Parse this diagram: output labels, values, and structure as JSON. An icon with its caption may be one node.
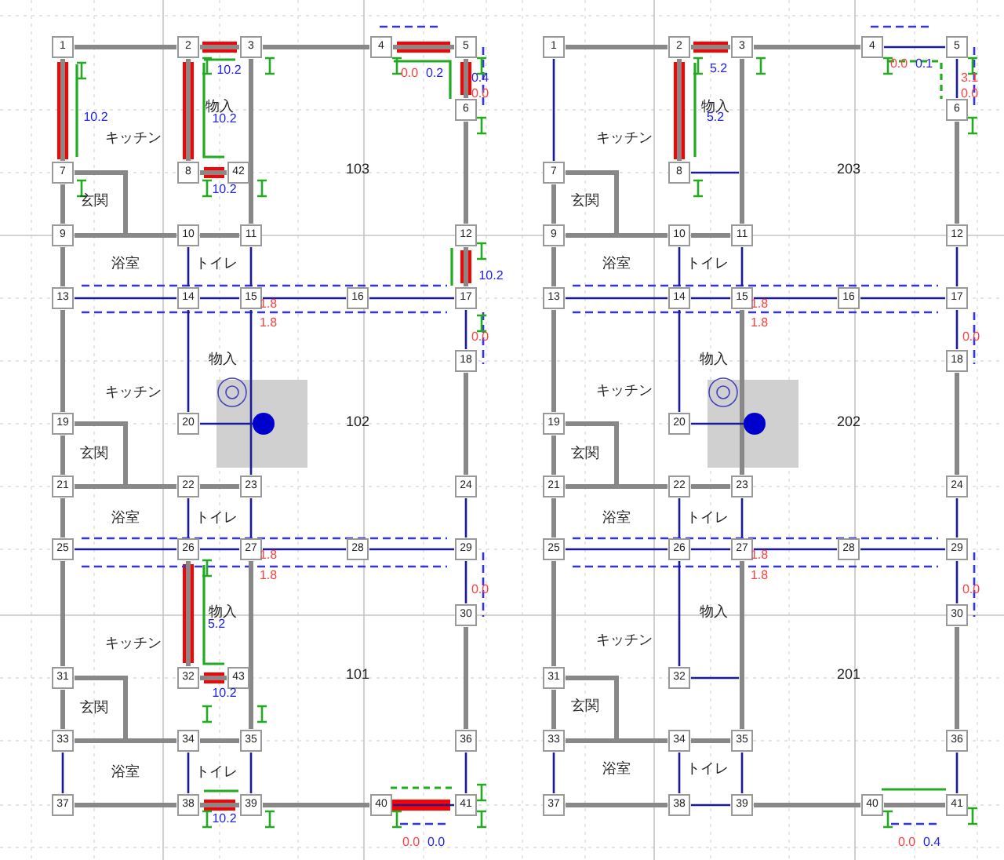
{
  "diagram": {
    "nodes": [
      {
        "text": [
          "1"
        ]
      },
      {
        "text": [
          "2"
        ]
      },
      {
        "text": [
          "3"
        ]
      },
      {
        "text": [
          "4"
        ]
      },
      {
        "text": [
          "5"
        ]
      },
      {
        "text": [
          "6"
        ]
      },
      {
        "text": [
          "7"
        ]
      },
      {
        "text": [
          "8"
        ]
      },
      {
        "text": [
          "9"
        ]
      },
      {
        "text": [
          "10"
        ]
      },
      {
        "text": [
          "11"
        ]
      },
      {
        "text": [
          "12"
        ]
      },
      {
        "text": [
          "13"
        ]
      },
      {
        "text": [
          "14"
        ]
      },
      {
        "text": [
          "15"
        ]
      },
      {
        "text": [
          "16"
        ]
      },
      {
        "text": [
          "17"
        ]
      },
      {
        "text": [
          "18"
        ]
      },
      {
        "text": [
          "19"
        ]
      },
      {
        "text": [
          "20"
        ]
      },
      {
        "text": [
          "21"
        ]
      },
      {
        "text": [
          "22"
        ]
      },
      {
        "text": [
          "23"
        ]
      },
      {
        "text": [
          "24"
        ]
      },
      {
        "text": [
          "25"
        ]
      },
      {
        "text": [
          "26"
        ]
      },
      {
        "text": [
          "27"
        ]
      },
      {
        "text": [
          "28"
        ]
      },
      {
        "text": [
          "29"
        ]
      },
      {
        "text": [
          "30"
        ]
      },
      {
        "text": [
          "31"
        ]
      },
      {
        "text": [
          "32"
        ]
      },
      {
        "text": [
          "33"
        ]
      },
      {
        "text": [
          "34"
        ]
      },
      {
        "text": [
          "35"
        ]
      },
      {
        "text": [
          "36"
        ]
      },
      {
        "text": [
          "37"
        ]
      },
      {
        "text": [
          "38"
        ]
      },
      {
        "text": [
          "39"
        ]
      },
      {
        "text": [
          "40"
        ]
      },
      {
        "text": [
          "41"
        ]
      },
      {
        "text": [
          "42"
        ]
      },
      {
        "text": [
          "43"
        ]
      },
      {
        "text": [],
        "shape": "circle"
      },
      {
        "text": [
          "1"
        ]
      },
      {
        "text": [
          "2"
        ]
      },
      {
        "text": [
          "3"
        ]
      },
      {
        "text": [
          "4"
        ]
      },
      {
        "text": [
          "5"
        ]
      },
      {
        "text": [
          "6"
        ]
      },
      {
        "text": [
          "7"
        ]
      },
      {
        "text": [
          "8"
        ]
      },
      {
        "text": [
          "9"
        ]
      },
      {
        "text": [
          "10"
        ]
      },
      {
        "text": [
          "11"
        ]
      },
      {
        "text": [
          "12"
        ]
      },
      {
        "text": [
          "13"
        ]
      },
      {
        "text": [
          "14"
        ]
      },
      {
        "text": [
          "15"
        ]
      },
      {
        "text": [
          "16"
        ]
      },
      {
        "text": [
          "17"
        ]
      },
      {
        "text": [
          "18"
        ]
      },
      {
        "text": [
          "19"
        ]
      },
      {
        "text": [
          "20"
        ]
      },
      {
        "text": [
          "21"
        ]
      },
      {
        "text": [
          "22"
        ]
      },
      {
        "text": [
          "23"
        ]
      },
      {
        "text": [
          "24"
        ]
      },
      {
        "text": [
          "25"
        ]
      },
      {
        "text": [
          "26"
        ]
      },
      {
        "text": [
          "27"
        ]
      },
      {
        "text": [
          "28"
        ]
      },
      {
        "text": [
          "29"
        ]
      },
      {
        "text": [
          "30"
        ]
      },
      {
        "text": [
          "31"
        ]
      },
      {
        "text": [
          "32"
        ]
      },
      {
        "text": [
          "33"
        ]
      },
      {
        "text": [
          "34"
        ]
      },
      {
        "text": [
          "35"
        ]
      },
      {
        "text": [
          "36"
        ]
      },
      {
        "text": [
          "37"
        ]
      },
      {
        "text": [
          "38"
        ]
      },
      {
        "text": [
          "39"
        ]
      },
      {
        "text": [
          "40"
        ]
      },
      {
        "text": [
          "41"
        ]
      },
      {
        "text": [],
        "shape": "circle"
      }
    ],
    "edges": [
      {
        "from": 0,
        "to": 1,
        "arrow": "none"
      },
      {
        "from": 1,
        "to": 2,
        "arrow": "none"
      },
      {
        "from": 2,
        "to": 3,
        "arrow": "none"
      },
      {
        "from": 3,
        "to": 4,
        "arrow": "none"
      },
      {
        "from": 0,
        "to": 6,
        "arrow": "none"
      },
      {
        "from": 1,
        "to": 7,
        "arrow": "none"
      },
      {
        "from": 7,
        "to": 41,
        "arrow": "none"
      },
      {
        "from": 2,
        "to": 10,
        "arrow": "none"
      },
      {
        "from": 4,
        "to": 5,
        "arrow": "none"
      },
      {
        "from": 5,
        "to": 11,
        "arrow": "none"
      },
      {
        "from": 6,
        "to": 8,
        "arrow": "none"
      },
      {
        "from": 6,
        "to": null,
        "arrow": "none"
      },
      {
        "from": 8,
        "to": 9,
        "arrow": "none"
      },
      {
        "from": 9,
        "to": 10,
        "arrow": "none"
      },
      {
        "from": 8,
        "to": 12,
        "arrow": "none"
      },
      {
        "from": 9,
        "to": 13,
        "arrow": "none",
        "color": "#1a1a9a"
      },
      {
        "from": 10,
        "to": 14,
        "arrow": "none",
        "color": "#1a1a9a"
      },
      {
        "from": 11,
        "to": 16,
        "arrow": "none"
      },
      {
        "from": 12,
        "to": 13,
        "arrow": "none",
        "color": "#1a1a9a"
      },
      {
        "from": 13,
        "to": 14,
        "arrow": "none",
        "color": "#1a1a9a"
      },
      {
        "from": 14,
        "to": 15,
        "arrow": "none",
        "color": "#1a1a9a"
      },
      {
        "from": 15,
        "to": 16,
        "arrow": "none",
        "color": "#1a1a9a"
      },
      {
        "from": 12,
        "to": 18,
        "arrow": "none"
      },
      {
        "from": 13,
        "to": 19,
        "arrow": "none",
        "color": "#1a1a9a"
      },
      {
        "from": 14,
        "to": 22,
        "arrow": "none",
        "color": "#1a1a9a"
      },
      {
        "from": 16,
        "to": 17,
        "arrow": "none",
        "color": "#1a1a9a"
      },
      {
        "from": 17,
        "to": 23,
        "arrow": "none"
      },
      {
        "from": 18,
        "to": 20,
        "arrow": "none"
      },
      {
        "from": 18,
        "to": null,
        "arrow": "none"
      },
      {
        "from": 19,
        "to": 43,
        "arrow": "none",
        "color": "#1a1a9a"
      },
      {
        "from": 20,
        "to": 21,
        "arrow": "none"
      },
      {
        "from": 21,
        "to": 22,
        "arrow": "none"
      },
      {
        "from": 20,
        "to": 24,
        "arrow": "none"
      },
      {
        "from": 21,
        "to": 25,
        "arrow": "none",
        "color": "#1a1a9a"
      },
      {
        "from": 22,
        "to": 26,
        "arrow": "none",
        "color": "#1a1a9a"
      },
      {
        "from": 23,
        "to": 28,
        "arrow": "none",
        "color": "#1a1a9a"
      },
      {
        "from": 24,
        "to": 25,
        "arrow": "none",
        "color": "#1a1a9a"
      },
      {
        "from": 25,
        "to": 26,
        "arrow": "none",
        "color": "#1a1a9a"
      },
      {
        "from": 26,
        "to": 27,
        "arrow": "none",
        "color": "#1a1a9a"
      },
      {
        "from": 27,
        "to": 28,
        "arrow": "none",
        "color": "#1a1a9a"
      },
      {
        "from": 24,
        "to": 30,
        "arrow": "none"
      },
      {
        "from": 25,
        "to": 31,
        "arrow": "none"
      },
      {
        "from": 31,
        "to": 42,
        "arrow": "none"
      },
      {
        "from": 26,
        "to": 34,
        "arrow": "none"
      },
      {
        "from": 28,
        "to": 29,
        "arrow": "none",
        "color": "#1a1a9a"
      },
      {
        "from": 29,
        "to": 35,
        "arrow": "none"
      },
      {
        "from": 30,
        "to": 32,
        "arrow": "none"
      },
      {
        "from": 30,
        "to": null,
        "arrow": "none"
      },
      {
        "from": 32,
        "to": 33,
        "arrow": "none"
      },
      {
        "from": 33,
        "to": 34,
        "arrow": "none"
      },
      {
        "from": 32,
        "to": 36,
        "arrow": "none",
        "color": "#1a1a9a"
      },
      {
        "from": 33,
        "to": 37,
        "arrow": "none",
        "color": "#1a1a9a"
      },
      {
        "from": 34,
        "to": 38,
        "arrow": "none",
        "color": "#1a1a9a"
      },
      {
        "from": 35,
        "to": 40,
        "arrow": "none",
        "color": "#1a1a9a"
      },
      {
        "from": 36,
        "to": 37,
        "arrow": "none"
      },
      {
        "from": 37,
        "to": 38,
        "arrow": "none"
      },
      {
        "from": 38,
        "to": 39,
        "arrow": "none"
      },
      {
        "from": 39,
        "to": 40,
        "arrow": "none",
        "color": "#1a1a9a"
      },
      {
        "from": 44,
        "to": 45,
        "arrow": "none"
      },
      {
        "from": 45,
        "to": 46,
        "arrow": "none"
      },
      {
        "from": 46,
        "to": 47,
        "arrow": "none"
      },
      {
        "from": 47,
        "to": 48,
        "arrow": "none",
        "color": "#1a1a9a"
      },
      {
        "from": 44,
        "to": 50,
        "arrow": "none",
        "color": "#1a1a9a"
      },
      {
        "from": 45,
        "to": 51,
        "arrow": "none"
      },
      {
        "from": 51,
        "to": null,
        "arrow": "none",
        "color": "#1a1a9a"
      },
      {
        "from": 46,
        "to": 54,
        "arrow": "none"
      },
      {
        "from": 48,
        "to": 49,
        "arrow": "none",
        "color": "#1a1a9a"
      },
      {
        "from": 49,
        "to": 55,
        "arrow": "none"
      },
      {
        "from": 50,
        "to": 52,
        "arrow": "none"
      },
      {
        "from": 50,
        "to": null,
        "arrow": "none"
      },
      {
        "from": 52,
        "to": 53,
        "arrow": "none"
      },
      {
        "from": 53,
        "to": 54,
        "arrow": "none"
      },
      {
        "from": 52,
        "to": 56,
        "arrow": "none"
      },
      {
        "from": 53,
        "to": 57,
        "arrow": "none",
        "color": "#1a1a9a"
      },
      {
        "from": 54,
        "to": 58,
        "arrow": "none",
        "color": "#1a1a9a"
      },
      {
        "from": 55,
        "to": 60,
        "arrow": "none",
        "color": "#1a1a9a"
      },
      {
        "from": 56,
        "to": 57,
        "arrow": "none",
        "color": "#1a1a9a"
      },
      {
        "from": 57,
        "to": 58,
        "arrow": "none",
        "color": "#1a1a9a"
      },
      {
        "from": 58,
        "to": 59,
        "arrow": "none",
        "color": "#1a1a9a"
      },
      {
        "from": 59,
        "to": 60,
        "arrow": "none",
        "color": "#1a1a9a"
      },
      {
        "from": 56,
        "to": 62,
        "arrow": "none"
      },
      {
        "from": 57,
        "to": 63,
        "arrow": "none",
        "color": "#1a1a9a"
      },
      {
        "from": 58,
        "to": 66,
        "arrow": "none"
      },
      {
        "from": 60,
        "to": 61,
        "arrow": "none",
        "color": "#1a1a9a"
      },
      {
        "from": 61,
        "to": 67,
        "arrow": "none"
      },
      {
        "from": 62,
        "to": 64,
        "arrow": "none"
      },
      {
        "from": 62,
        "to": null,
        "arrow": "none"
      },
      {
        "from": 63,
        "to": 85,
        "arrow": "none",
        "color": "#1a1a9a"
      },
      {
        "from": 64,
        "to": 65,
        "arrow": "none"
      },
      {
        "from": 65,
        "to": 66,
        "arrow": "none"
      },
      {
        "from": 64,
        "to": 68,
        "arrow": "none"
      },
      {
        "from": 65,
        "to": 69,
        "arrow": "none",
        "color": "#1a1a9a"
      },
      {
        "from": 66,
        "to": 70,
        "arrow": "none",
        "color": "#1a1a9a"
      },
      {
        "from": 67,
        "to": 72,
        "arrow": "none",
        "color": "#1a1a9a"
      },
      {
        "from": 68,
        "to": 69,
        "arrow": "none",
        "color": "#1a1a9a"
      },
      {
        "from": 69,
        "to": 70,
        "arrow": "none",
        "color": "#1a1a9a"
      },
      {
        "from": 70,
        "to": 71,
        "arrow": "none",
        "color": "#1a1a9a"
      },
      {
        "from": 71,
        "to": 72,
        "arrow": "none",
        "color": "#1a1a9a"
      },
      {
        "from": 68,
        "to": 74,
        "arrow": "none"
      },
      {
        "from": 69,
        "to": 75,
        "arrow": "none",
        "color": "#1a1a9a"
      },
      {
        "from": 75,
        "to": null,
        "arrow": "none",
        "color": "#1a1a9a"
      },
      {
        "from": 70,
        "to": 78,
        "arrow": "none"
      },
      {
        "from": 72,
        "to": 73,
        "arrow": "none",
        "color": "#1a1a9a"
      },
      {
        "from": 73,
        "to": 79,
        "arrow": "none"
      },
      {
        "from": 74,
        "to": 76,
        "arrow": "none"
      },
      {
        "from": 74,
        "to": null,
        "arrow": "none"
      },
      {
        "from": 76,
        "to": 77,
        "arrow": "none"
      },
      {
        "from": 77,
        "to": 78,
        "arrow": "none"
      },
      {
        "from": 76,
        "to": 80,
        "arrow": "none",
        "color": "#1a1a9a"
      },
      {
        "from": 77,
        "to": 81,
        "arrow": "none",
        "color": "#1a1a9a"
      },
      {
        "from": 78,
        "to": 82,
        "arrow": "none",
        "color": "#1a1a9a"
      },
      {
        "from": 79,
        "to": 84,
        "arrow": "none",
        "color": "#1a1a9a"
      },
      {
        "from": 80,
        "to": 81,
        "arrow": "none"
      },
      {
        "from": 81,
        "to": 82,
        "arrow": "none",
        "color": "#1a1a9a"
      },
      {
        "from": 82,
        "to": 83,
        "arrow": "none"
      },
      {
        "from": 83,
        "to": 84,
        "arrow": "none"
      }
    ],
    "labels": [
      "10.2",
      "0.0",
      "0.2",
      "0.4",
      "0.0",
      "10.2",
      "キッチン",
      "物入",
      "10.2",
      "103",
      "玄関",
      "10.2",
      "浴室",
      "トイレ",
      "10.2",
      "1.8",
      "1.8",
      "0.0",
      "物入",
      "キッチン",
      "102",
      "玄関",
      "浴室",
      "トイレ",
      "1.8",
      "1.8",
      "0.0",
      "物入",
      "5.2",
      "キッチン",
      "101",
      "10.2",
      "玄関",
      "浴室",
      "トイレ",
      "10.2",
      "0.0",
      "0.0",
      "5.2",
      "0.0",
      "0.1",
      "3.1",
      "0.0",
      "キッチン",
      "物入",
      "5.2",
      "203",
      "玄関",
      "浴室",
      "トイレ",
      "1.8",
      "1.8",
      "0.0",
      "物入",
      "キッチン",
      "202",
      "玄関",
      "浴室",
      "トイレ",
      "1.8",
      "1.8",
      "0.0",
      "物入",
      "キッチン",
      "201",
      "玄関",
      "浴室",
      "トイレ",
      "0.0",
      "0.4"
    ]
  }
}
